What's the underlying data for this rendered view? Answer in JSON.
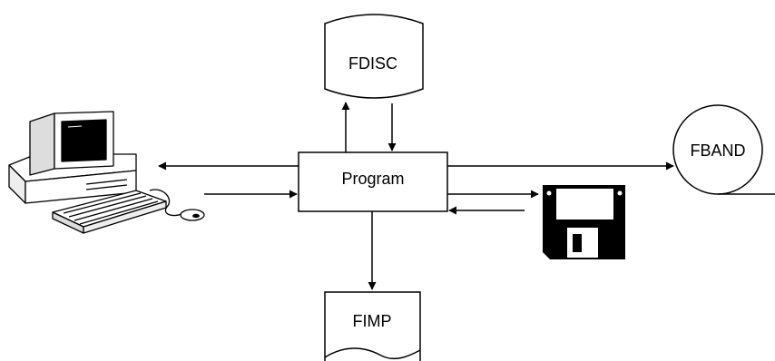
{
  "diagram": {
    "program_label": "Program",
    "fdisc_label": "FDISC",
    "fband_label": "FBAND",
    "fimp_label": "FIMP",
    "icons": {
      "computer": "desktop-computer-icon",
      "floppy": "floppy-disk-icon"
    },
    "colors": {
      "stroke": "#000000",
      "background": "#ffffff",
      "screen": "#000000"
    }
  }
}
